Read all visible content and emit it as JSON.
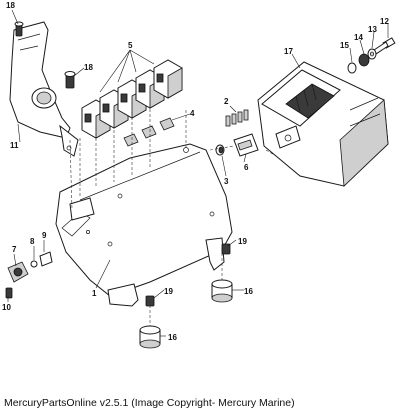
{
  "callouts": {
    "c1": "1",
    "c2": "2",
    "c3": "3",
    "c4": "4",
    "c5": "5",
    "c6": "6",
    "c7": "7",
    "c8": "8",
    "c9": "9",
    "c10": "10",
    "c11": "11",
    "c12": "12",
    "c13": "13",
    "c14": "14",
    "c15": "15",
    "c16": "16",
    "c17": "17",
    "c18": "18",
    "c19": "19"
  },
  "footer": {
    "copyright": "MercuryPartsOnline v2.5.1 (Image Copyright- Mercury Marine)"
  }
}
